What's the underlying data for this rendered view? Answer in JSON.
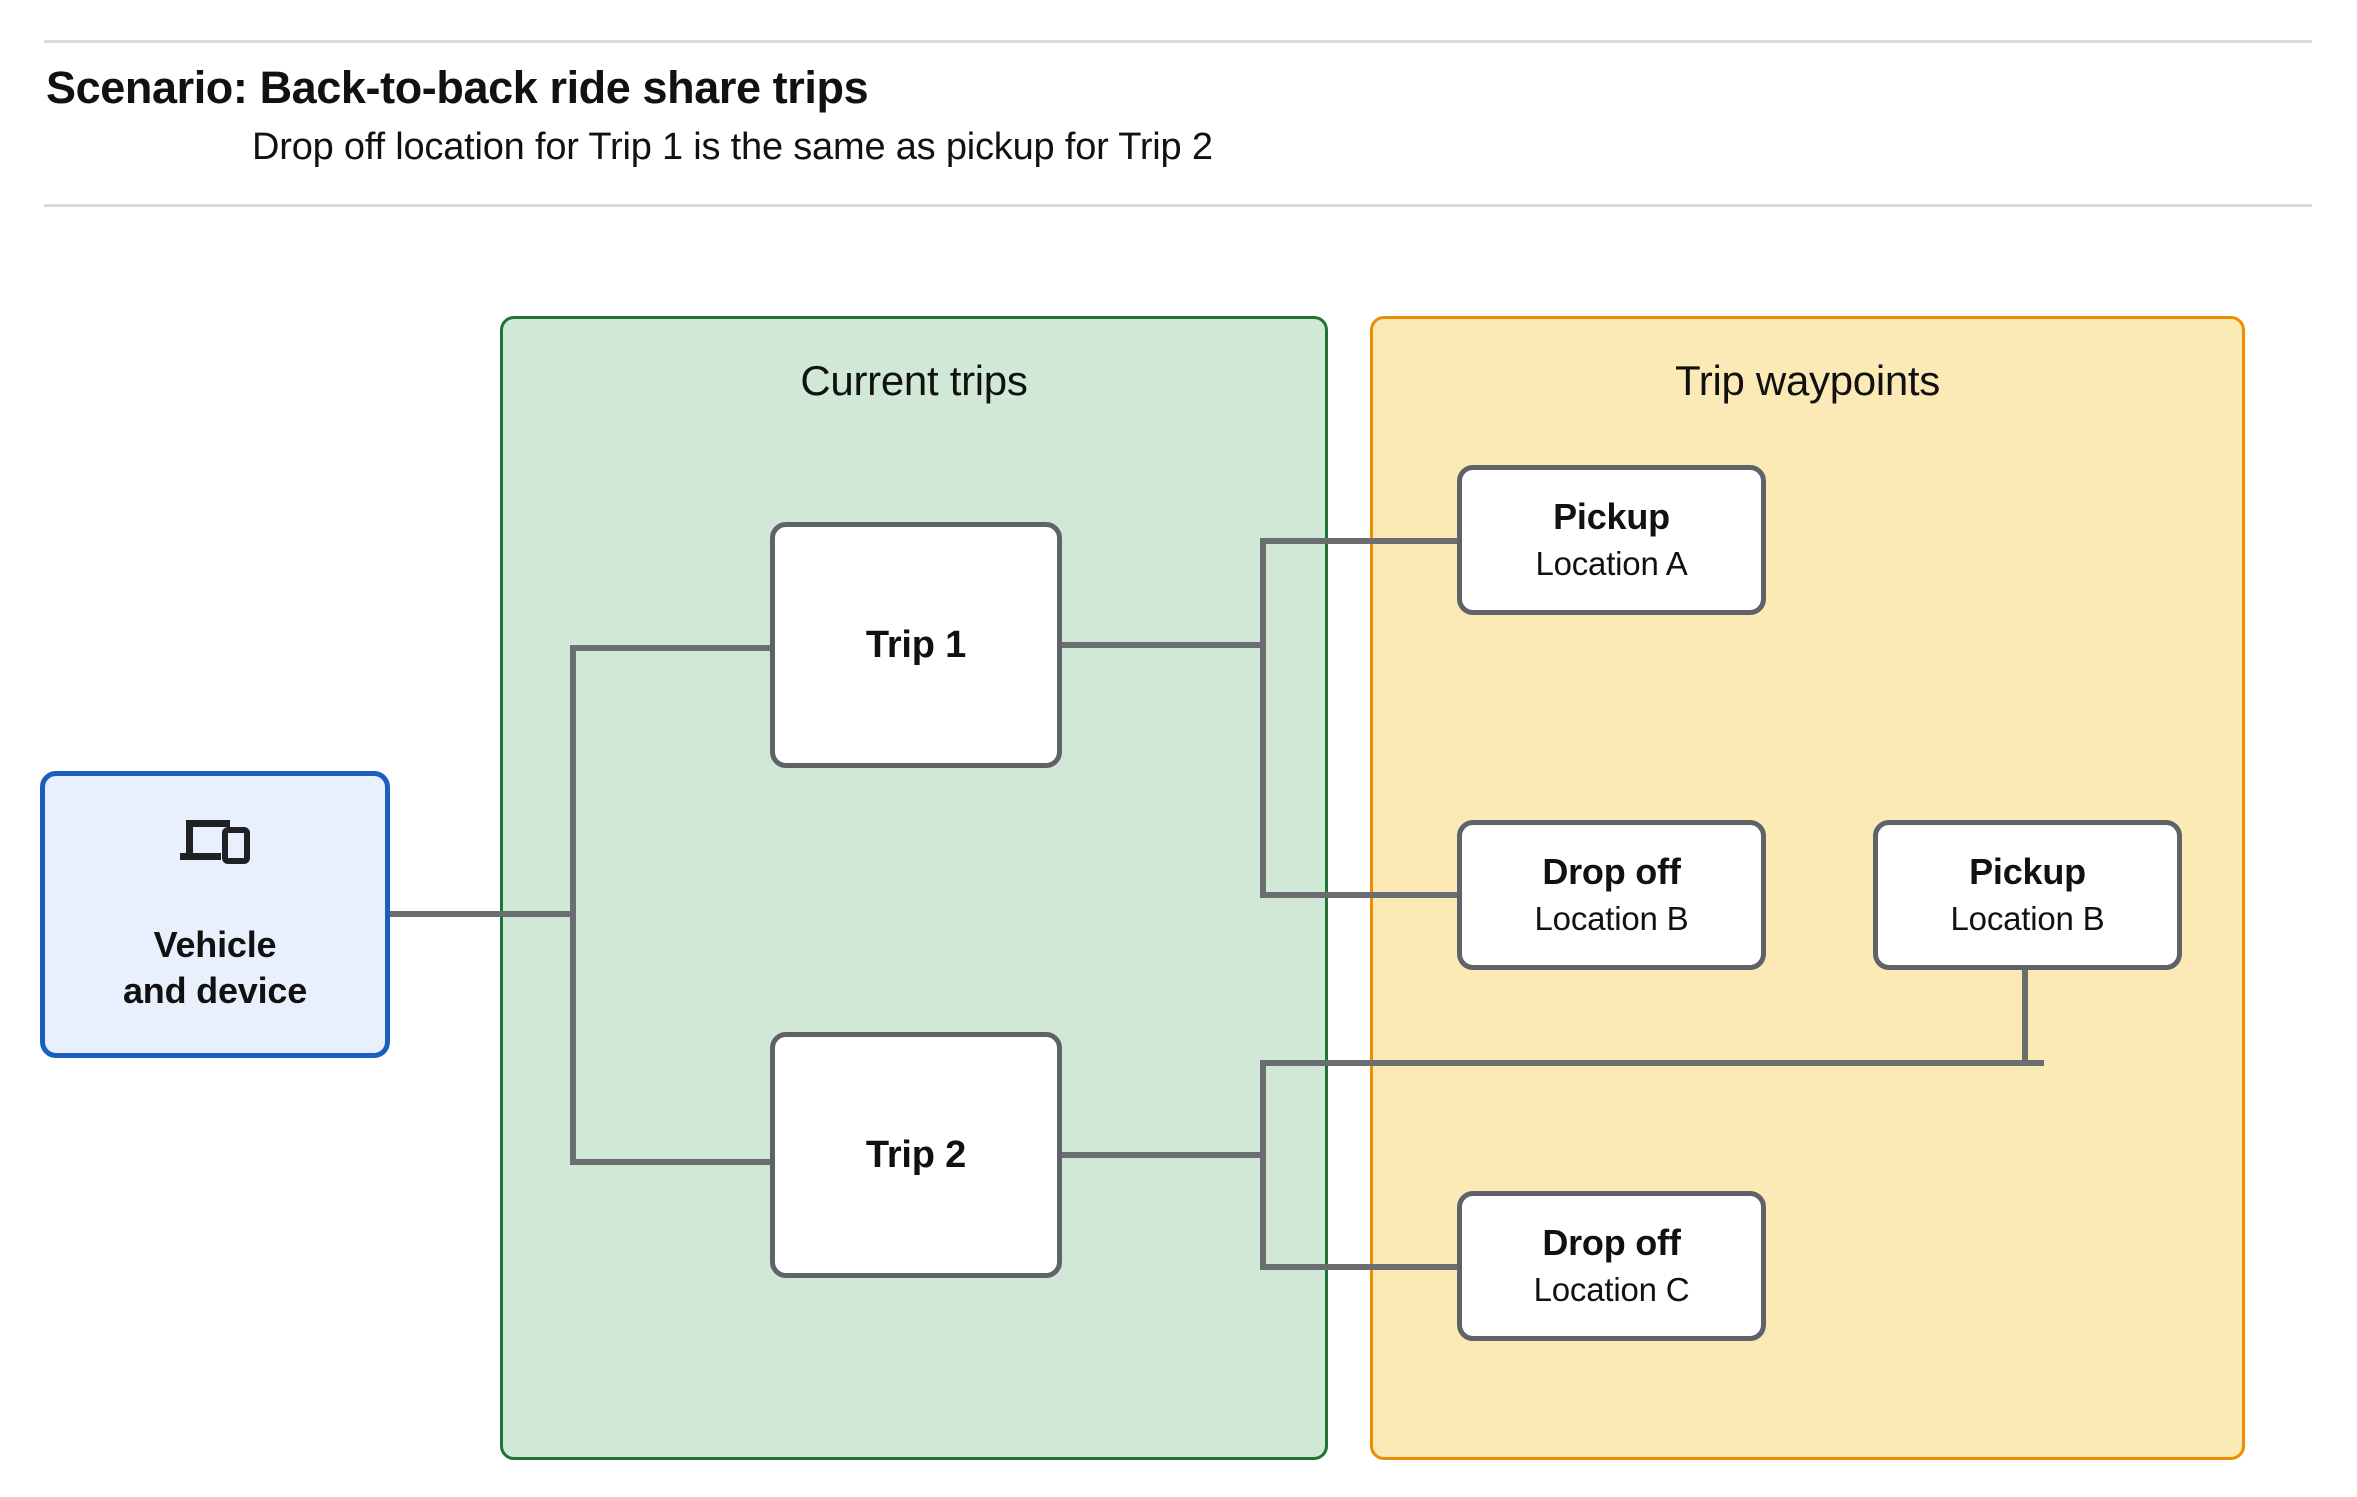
{
  "header": {
    "title": "Scenario: Back-to-back ride share trips",
    "subtitle": "Drop off  location for Trip 1 is the same as pickup for Trip 2"
  },
  "panels": {
    "current_trips": {
      "title": "Current trips",
      "fill": "#d2e8d6",
      "border": "#1e7335"
    },
    "trip_waypoints": {
      "title": "Trip waypoints",
      "fill": "#fbeab6",
      "border": "#f08c00"
    }
  },
  "vehicle": {
    "line1": "Vehicle",
    "line2": "and device",
    "icon": "laptop-and-phone-icon",
    "fill": "#e8f0fe",
    "border": "#1a5fbd"
  },
  "trips": [
    {
      "label": "Trip 1"
    },
    {
      "label": "Trip 2"
    }
  ],
  "waypoints": [
    {
      "type": "Pickup",
      "location": "Location A"
    },
    {
      "type": "Drop off",
      "location": "Location B"
    },
    {
      "type": "Pickup",
      "location": "Location B"
    },
    {
      "type": "Drop off",
      "location": "Location C"
    }
  ],
  "colors": {
    "connector": "#6b6e70",
    "node_border": "#5f6368",
    "rule": "#d9d9d9",
    "text": "#111111"
  }
}
